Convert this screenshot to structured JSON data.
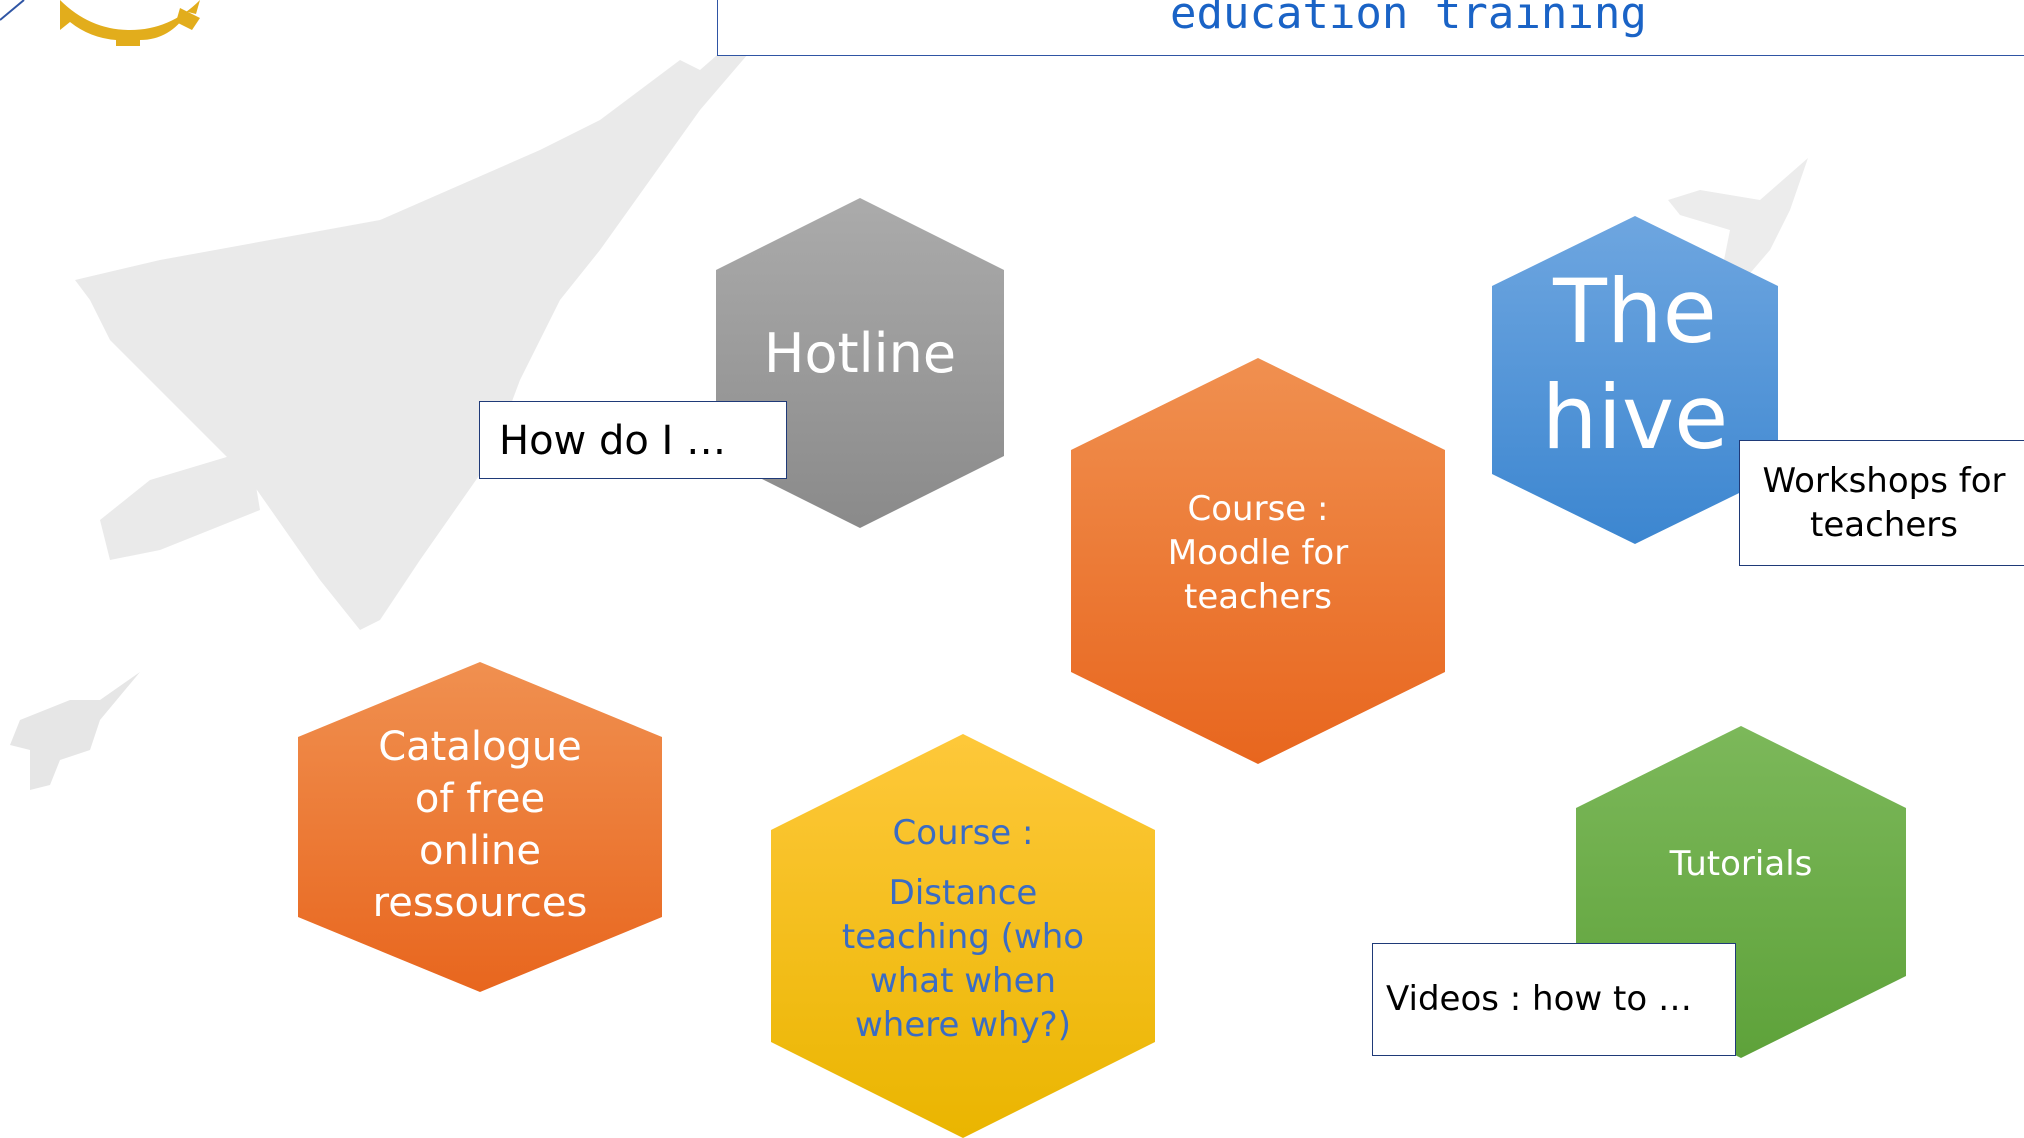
{
  "header": {
    "title": "education training"
  },
  "hexagons": {
    "hotline": {
      "label": "Hotline"
    },
    "moodle": {
      "line1": "Course :",
      "line2": "Moodle for",
      "line3": "teachers"
    },
    "hive": {
      "line1": "The",
      "line2": "hive"
    },
    "catalogue": {
      "line1": "Catalogue",
      "line2": "of free",
      "line3": "online",
      "line4": "ressources"
    },
    "distance": {
      "line1": "Course :",
      "line2": "Distance",
      "line3": "teaching (who",
      "line4": "what when",
      "line5": "where why?)"
    },
    "tutorials": {
      "label": "Tutorials"
    }
  },
  "callouts": {
    "how_do_i": "How do I …",
    "workshops_line1": "Workshops for",
    "workshops_line2": "teachers",
    "videos": "Videos : how to …"
  },
  "colors": {
    "gray_top": "#ababab",
    "gray_bottom": "#8a8a8a",
    "orange_top": "#f09050",
    "orange_bottom": "#e8661e",
    "blue_top": "#6ea6e0",
    "blue_bottom": "#3c86d0",
    "yellow_top": "#fec83a",
    "yellow_bottom": "#eab500",
    "green_top": "#7cb85a",
    "green_bottom": "#5ea23a",
    "title_blue": "#1a63c6",
    "distance_text": "#3a6cc4"
  }
}
